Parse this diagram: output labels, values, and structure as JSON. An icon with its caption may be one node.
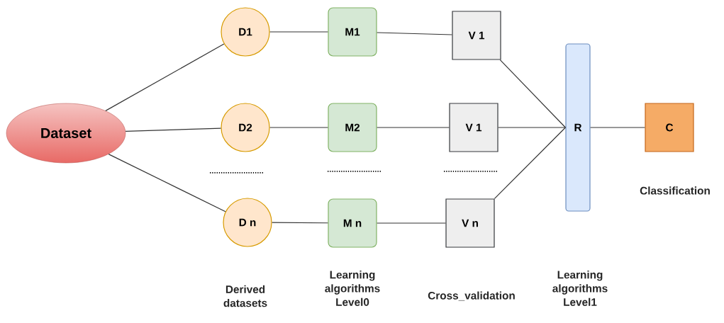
{
  "diagram": {
    "nodes": [
      {
        "text": [
          "Dataset"
        ]
      },
      {
        "text": [
          "D1"
        ]
      },
      {
        "text": [
          "M1"
        ]
      },
      {
        "text": [
          "V 1"
        ]
      },
      {
        "text": [
          "D2"
        ]
      },
      {
        "text": [
          "M2"
        ]
      },
      {
        "text": [
          "V 1"
        ]
      },
      {
        "text": [
          "D n"
        ]
      },
      {
        "text": [
          "M n"
        ]
      },
      {
        "text": [
          "V n"
        ]
      },
      {
        "text": [
          "R"
        ]
      },
      {
        "text": [
          "C"
        ]
      }
    ],
    "edges": [
      {
        "from": 0,
        "to": 1,
        "arrow": "none"
      },
      {
        "from": 0,
        "to": 4,
        "arrow": "none"
      },
      {
        "from": 0,
        "to": 7,
        "arrow": "none"
      },
      {
        "from": 1,
        "to": 2,
        "arrow": "none"
      },
      {
        "from": 2,
        "to": 3,
        "arrow": "none"
      },
      {
        "from": 4,
        "to": 5,
        "arrow": "none"
      },
      {
        "from": 5,
        "to": 6,
        "arrow": "none"
      },
      {
        "from": 7,
        "to": 8,
        "arrow": "none"
      },
      {
        "from": 8,
        "to": 9,
        "arrow": "none"
      },
      {
        "from": 3,
        "to": 10,
        "arrow": "none"
      },
      {
        "from": 6,
        "to": 10,
        "arrow": "none"
      },
      {
        "from": 9,
        "to": 10,
        "arrow": "none"
      },
      {
        "from": 10,
        "to": 11,
        "arrow": "none"
      }
    ],
    "labels": [
      "Classification",
      "Derived datasets",
      "Learning algorithms Level0",
      "Cross_validation",
      "Learning algorithms Level1"
    ]
  }
}
